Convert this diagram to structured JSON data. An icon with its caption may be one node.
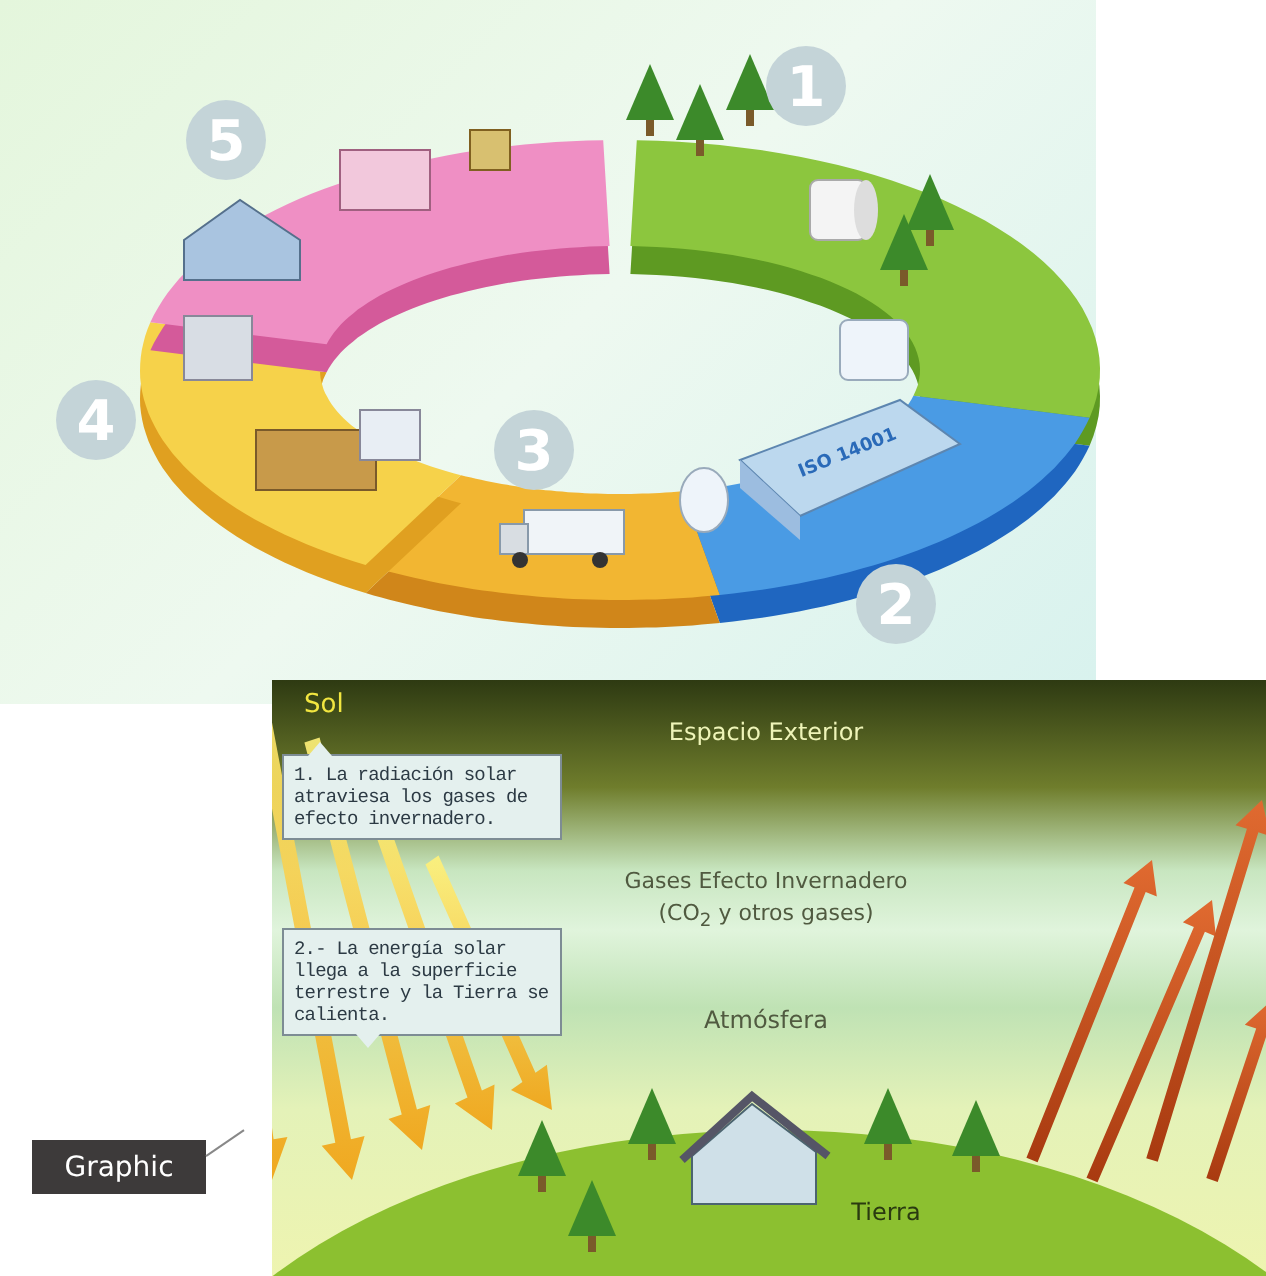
{
  "diagram": {
    "nodes": [
      {
        "text": [],
        "shape": "picture"
      },
      {
        "text": [
          "1. La radiación solar atraviesa los gases de efecto invernadero."
        ]
      },
      {
        "text": [
          "2.- La energía solar llega a la superficie terrestre y la Tierra se calienta."
        ]
      },
      {
        "text": [
          "Graphic"
        ]
      }
    ],
    "edges": [
      {
        "from": 3,
        "to": 0,
        "arrow": "none"
      }
    ],
    "labels": [
      "1",
      "5",
      "4",
      "3",
      "ISO 14001",
      "2",
      "Sol",
      "Espacio Exterior",
      "Gases Efecto Invernadero",
      "(CO$_{2}$ y otros gases)",
      "Atmósfera",
      "Tierra"
    ]
  }
}
